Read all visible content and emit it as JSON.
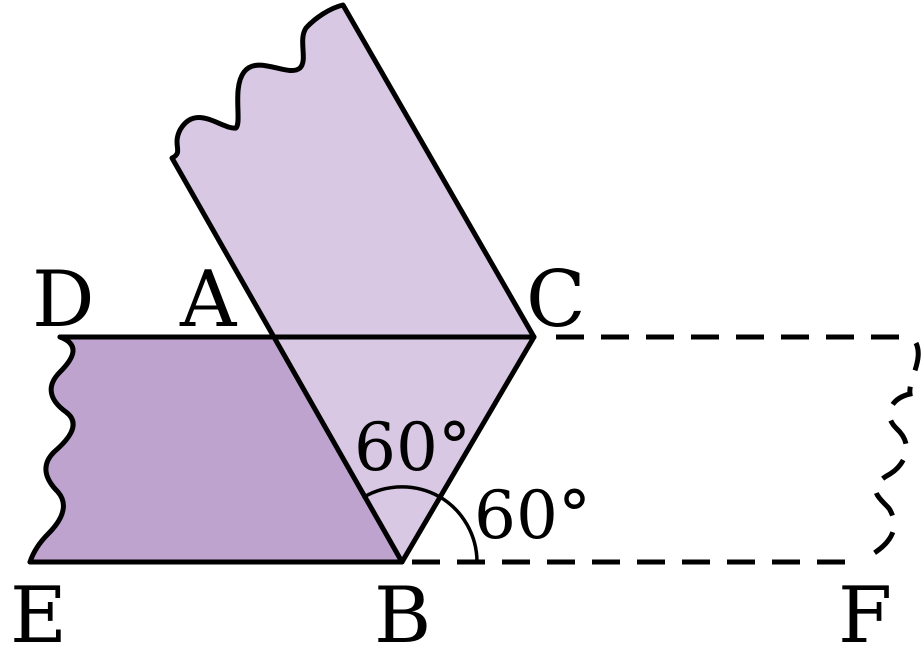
{
  "figure": {
    "points": {
      "D": "D",
      "A": "A",
      "C": "C",
      "E": "E",
      "B": "B",
      "F": "F"
    },
    "angles": {
      "inner": "60°",
      "outer": "60°"
    },
    "colors": {
      "folded_strip": "#d8c8e3",
      "unfolded_strip": "#bea3cf",
      "outline": "#000000"
    }
  }
}
